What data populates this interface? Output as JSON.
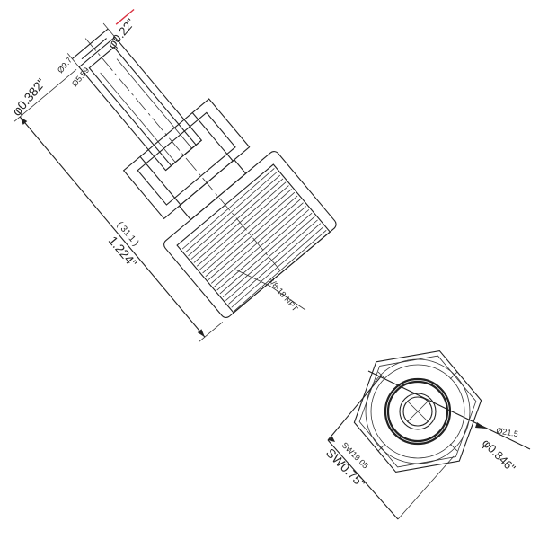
{
  "drawing": {
    "side_view": {
      "probe_diameter_inch": "φ0.22\"",
      "outer_diameter_mm": "Ø9.7",
      "inner_diameter_mm": "Ø5.59",
      "outer_diameter_inch": "φ0.382\"",
      "length_mm": "( 31.1 )",
      "length_inch": "1.224\"",
      "thread_spec": "3/8-18 NPT"
    },
    "end_view": {
      "diameter_mm": "Ø21.5",
      "diameter_inch": "φ0.846\"",
      "wrench_size_mm": "SW19.05",
      "wrench_size_inch": "SW0.75\""
    },
    "colors": {
      "lines": "#222222",
      "highlight": "#d9303f"
    }
  }
}
